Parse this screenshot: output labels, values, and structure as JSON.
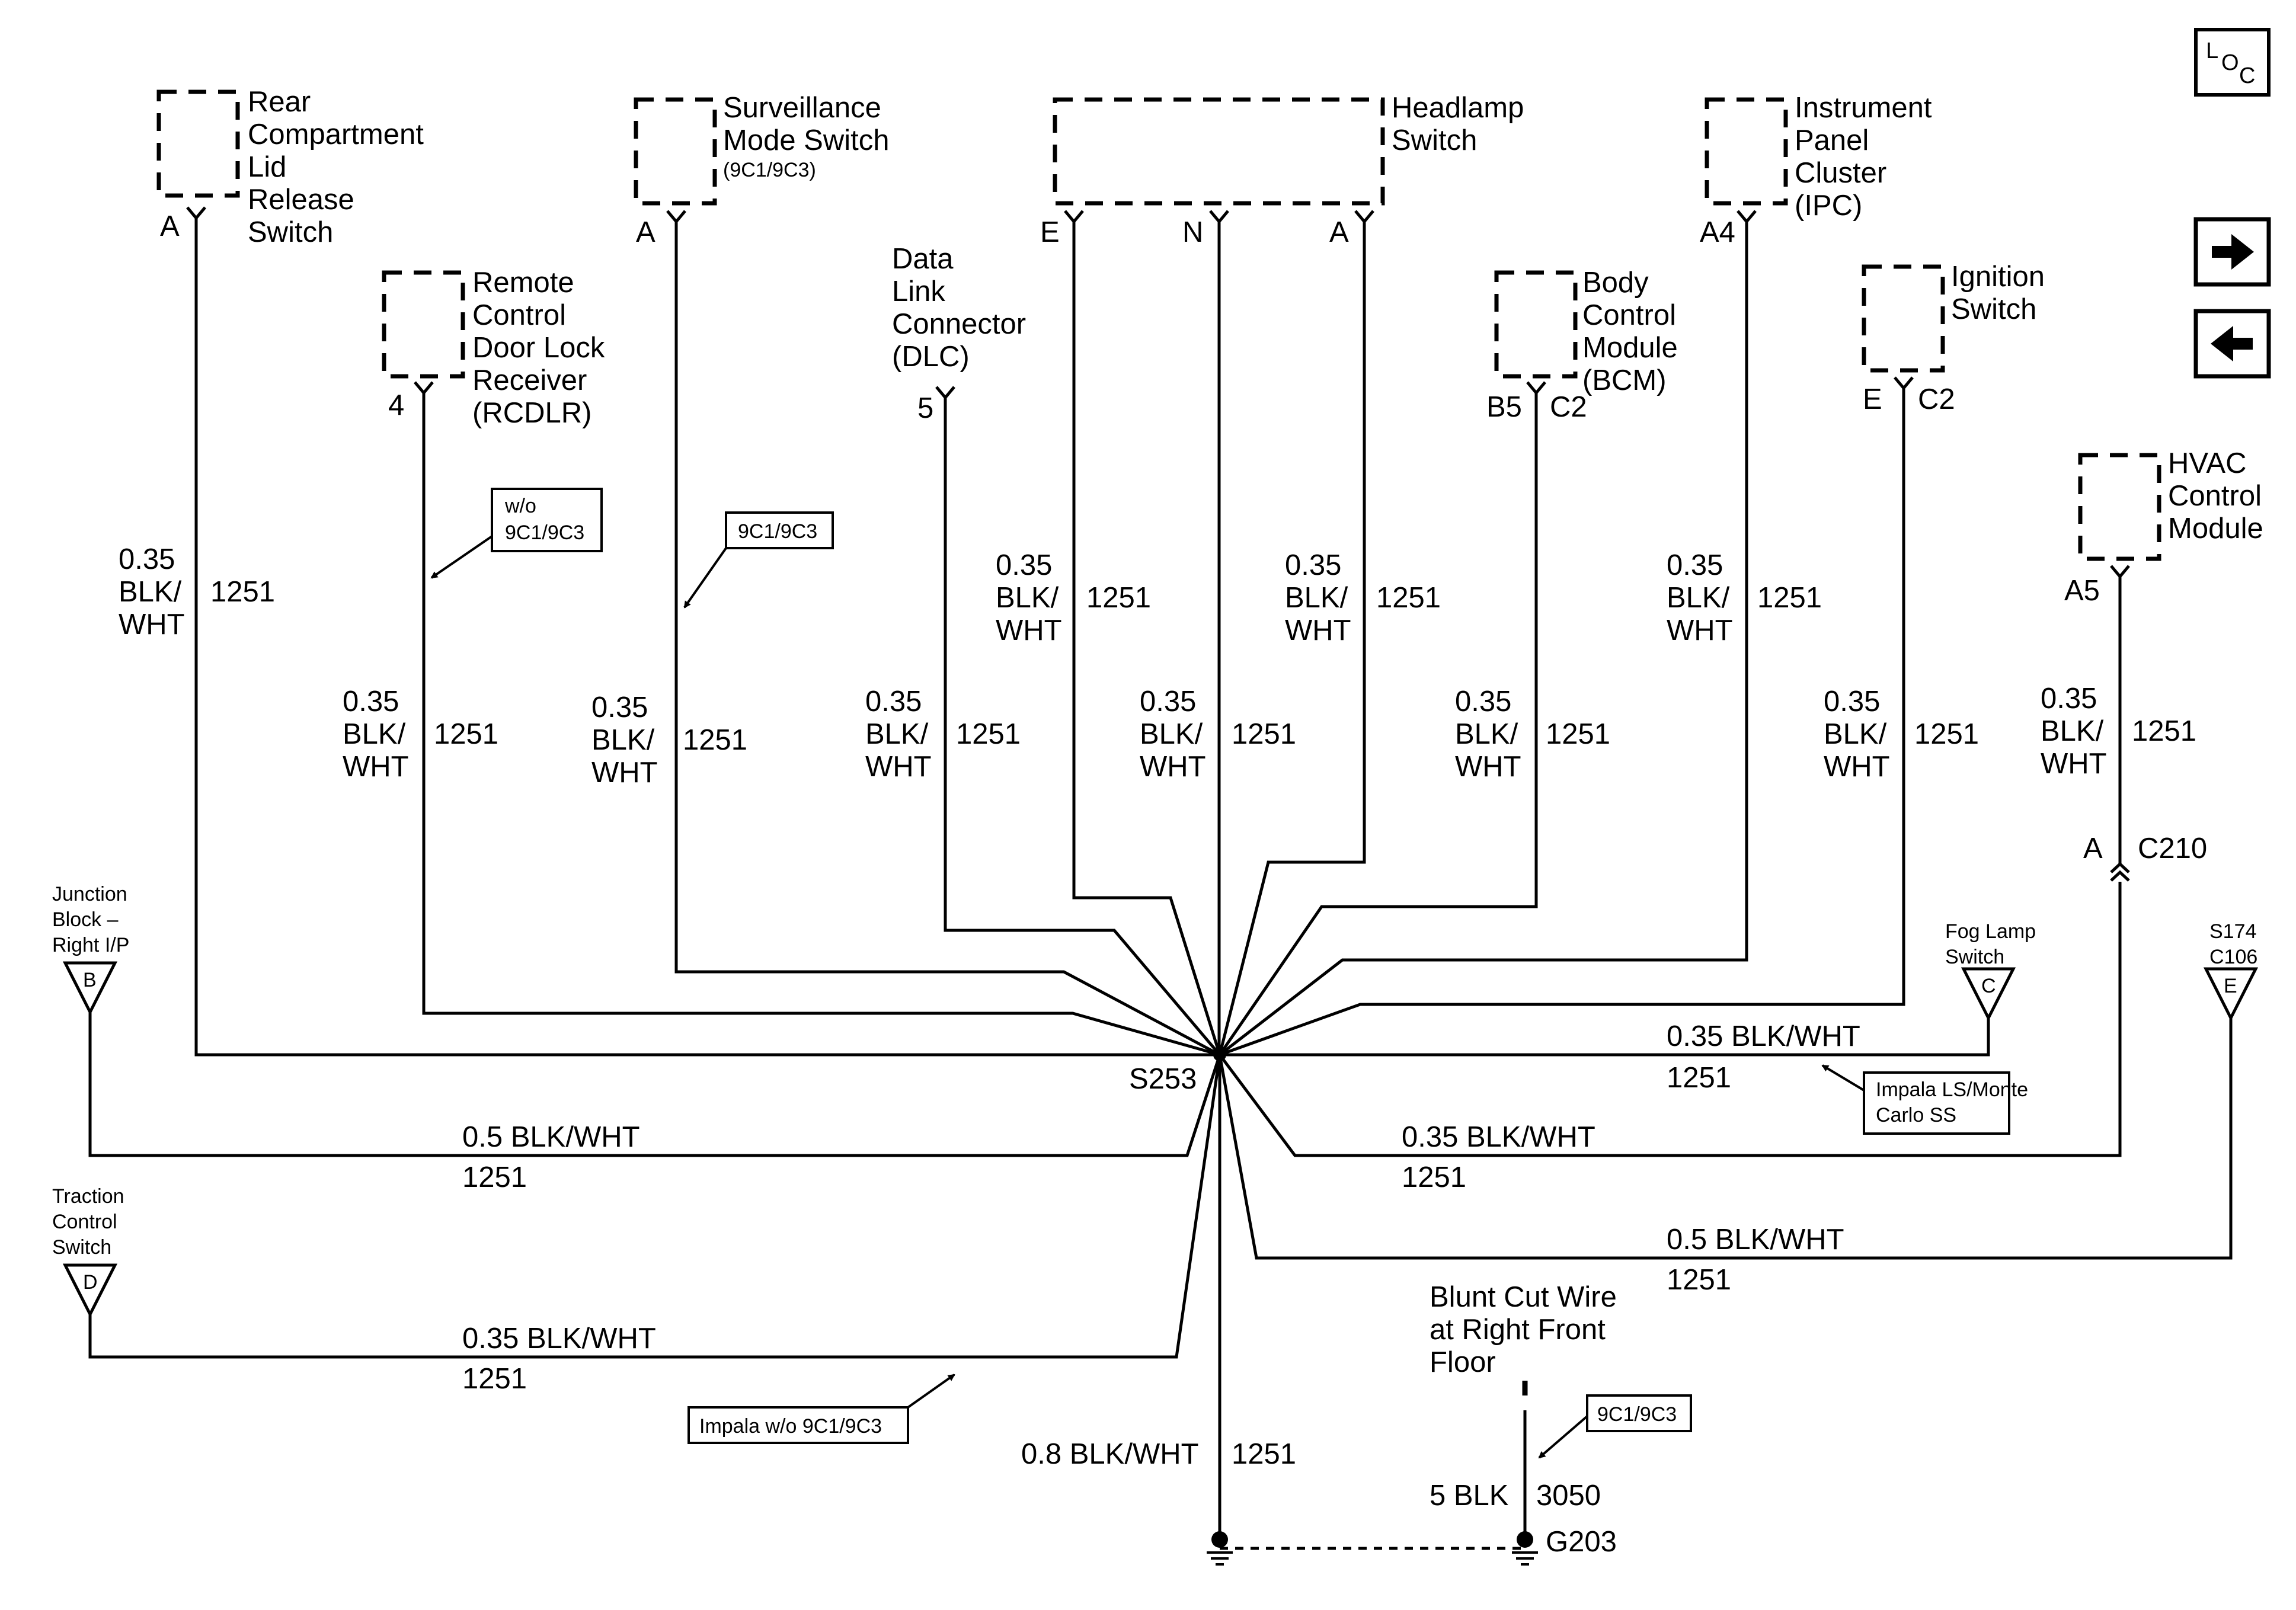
{
  "loc_icon": {
    "l": "L",
    "o": "O",
    "c": "C"
  },
  "components": {
    "rear_lid": {
      "name": [
        "Rear",
        "Compartment",
        "Lid",
        "Release",
        "Switch"
      ],
      "pin": "A"
    },
    "surveillance": {
      "name": [
        "Surveillance",
        "Mode Switch"
      ],
      "note": "(9C1/9C3)",
      "pin": "A"
    },
    "headlamp": {
      "name": [
        "Headlamp",
        "Switch"
      ],
      "pins": [
        "E",
        "N",
        "A"
      ]
    },
    "ipc": {
      "name": [
        "Instrument",
        "Panel",
        "Cluster",
        "(IPC)"
      ],
      "pin": "A4"
    },
    "rcdlr": {
      "name": [
        "Remote",
        "Control",
        "Door Lock",
        "Receiver",
        "(RCDLR)"
      ],
      "pin": "4"
    },
    "dlc": {
      "name": [
        "Data",
        "Link",
        "Connector",
        "(DLC)"
      ],
      "pin": "5"
    },
    "bcm": {
      "name": [
        "Body",
        "Control",
        "Module",
        "(BCM)"
      ],
      "pin": "B5",
      "connector": "C2"
    },
    "ignition": {
      "name": [
        "Ignition",
        "Switch"
      ],
      "pin": "E",
      "connector": "C2"
    },
    "hvac": {
      "name": [
        "HVAC",
        "Control",
        "Module"
      ],
      "pin": "A5"
    },
    "junction_block": {
      "name": [
        "Junction",
        "Block –",
        "Right I/P"
      ],
      "pin": "B"
    },
    "traction": {
      "name": [
        "Traction",
        "Control",
        "Switch"
      ],
      "pin": "D"
    },
    "fog_lamp": {
      "name": [
        "Fog Lamp",
        "Switch"
      ],
      "pin": "C"
    },
    "s174": {
      "name": [
        "S174",
        "C106"
      ],
      "pin": "E"
    },
    "c210": {
      "pin": "A",
      "connector": "C210"
    }
  },
  "wires": {
    "gauge_035": "0.35",
    "color_lines": [
      "BLK/",
      "WHT"
    ],
    "circuit": "1251",
    "label_035": "0.35 BLK/WHT",
    "label_05": "0.5 BLK/WHT",
    "label_08": "0.8 BLK/WHT",
    "ground_wire": "5 BLK",
    "ground_circuit": "3050"
  },
  "splice": "S253",
  "ground": "G203",
  "blunt_cut": [
    "Blunt Cut Wire",
    "at Right Front",
    "Floor"
  ],
  "notes": {
    "wo_9c1": [
      "w/o",
      "9C1/9C3"
    ],
    "with_9c1": "9C1/9C3",
    "impala_ls": [
      "Impala LS/Monte",
      "Carlo SS"
    ],
    "impala_wo": "Impala w/o 9C1/9C3",
    "g_9c1": "9C1/9C3"
  },
  "nav": {
    "next": "arrow-right-icon",
    "prev": "arrow-left-icon"
  }
}
